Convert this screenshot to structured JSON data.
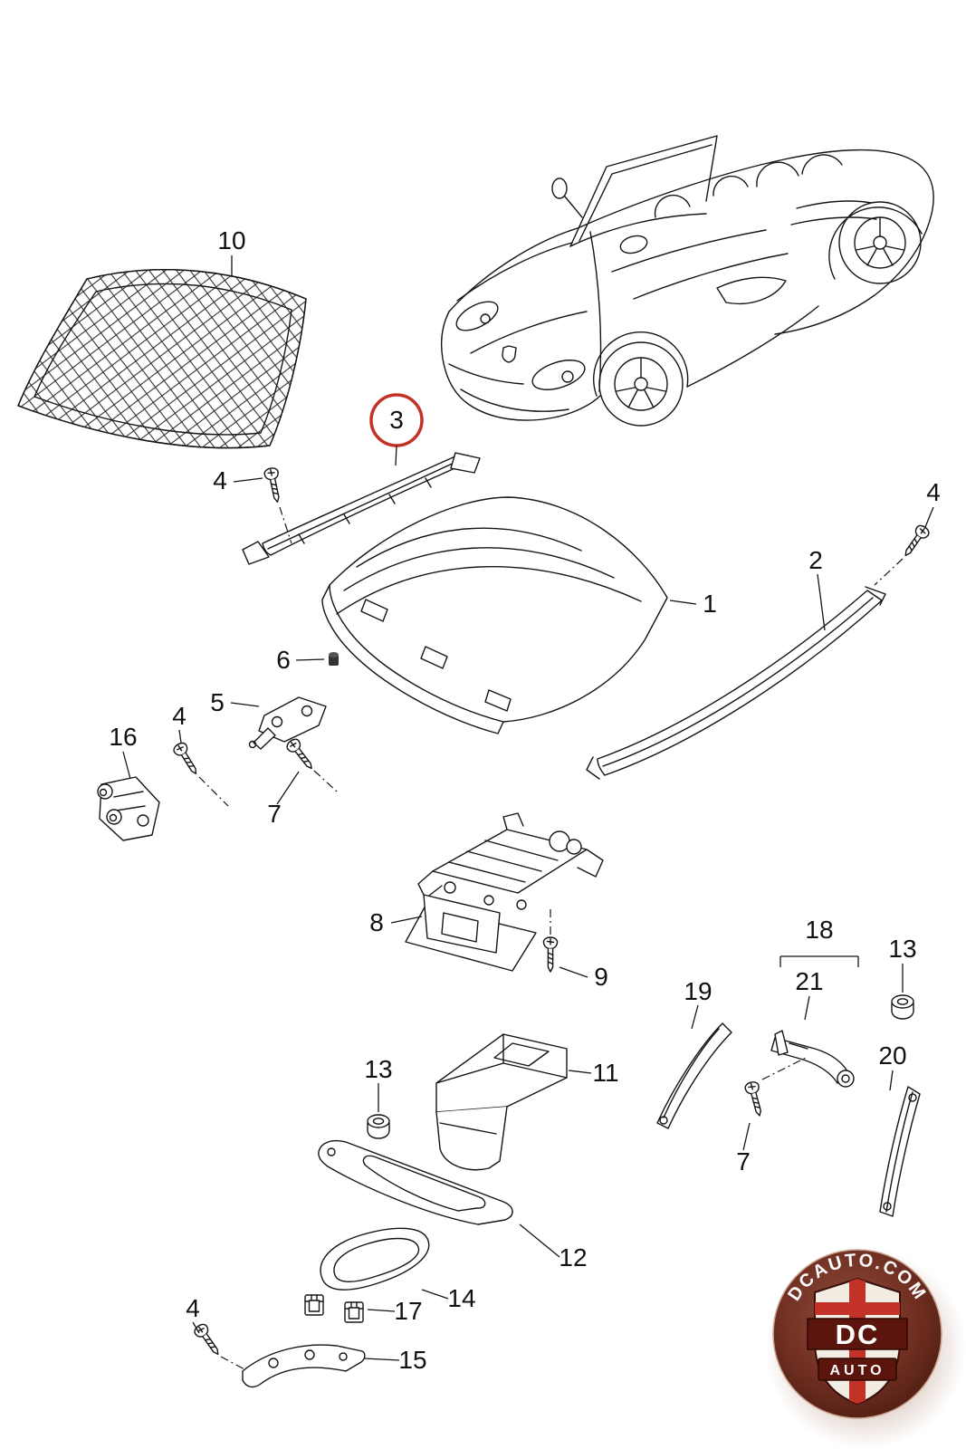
{
  "diagram": {
    "line_color": "#151515",
    "highlight": {
      "circled_callout": "3",
      "circle_color": "#c23227"
    },
    "callouts": [
      {
        "id": "10",
        "circled": false
      },
      {
        "id": "3",
        "circled": true
      },
      {
        "id": "4",
        "circled": false
      },
      {
        "id": "4",
        "circled": false
      },
      {
        "id": "2",
        "circled": false
      },
      {
        "id": "1",
        "circled": false
      },
      {
        "id": "6",
        "circled": false
      },
      {
        "id": "5",
        "circled": false
      },
      {
        "id": "4",
        "circled": false
      },
      {
        "id": "16",
        "circled": false
      },
      {
        "id": "7",
        "circled": false
      },
      {
        "id": "8",
        "circled": false
      },
      {
        "id": "9",
        "circled": false
      },
      {
        "id": "13",
        "circled": false
      },
      {
        "id": "11",
        "circled": false
      },
      {
        "id": "19",
        "circled": false
      },
      {
        "id": "18",
        "circled": false
      },
      {
        "id": "21",
        "circled": false
      },
      {
        "id": "13",
        "circled": false
      },
      {
        "id": "20",
        "circled": false
      },
      {
        "id": "7",
        "circled": false
      },
      {
        "id": "12",
        "circled": false
      },
      {
        "id": "14",
        "circled": false
      },
      {
        "id": "17",
        "circled": false
      },
      {
        "id": "4",
        "circled": false
      },
      {
        "id": "15",
        "circled": false
      }
    ]
  },
  "logo": {
    "arc_text": "DCAUTO.COM",
    "shield_top": "DC",
    "shield_bottom": "AUTO",
    "colors": {
      "badge": "#6e2a1c",
      "accent": "#c23227",
      "text": "#ffffff"
    }
  }
}
